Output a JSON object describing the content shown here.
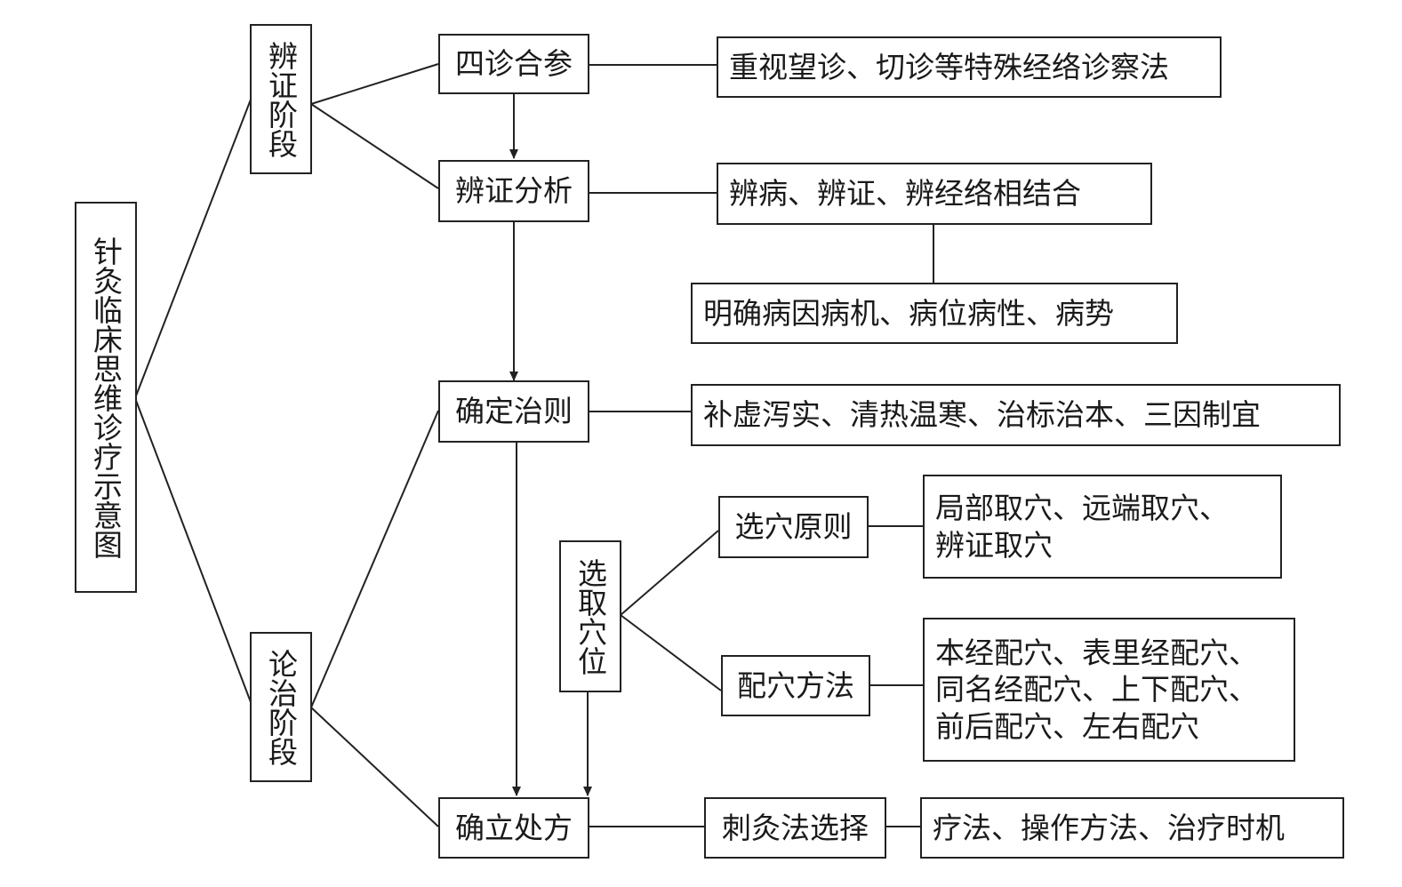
{
  "nodes": {
    "root": "针灸临床思维诊疗示意图",
    "diag_stage": "辨证阶段",
    "treat_stage": "论治阶段",
    "four": "四诊合参",
    "analysis": "辨证分析",
    "principle": "确定治则",
    "rx": "确立处方",
    "select": "选取穴位",
    "sel_rule": "选穴原则",
    "pair": "配穴方法",
    "needle": "刺灸法选择",
    "emph": "重视望诊、切诊等特殊经络诊察法",
    "combine": "辨病、辨证、辨经络相结合",
    "clarify": "明确病因病机、病位病性、病势",
    "rules": "补虚泻实、清热温寒、治标治本、三因制宜",
    "sel_detail": [
      "局部取穴、远端取穴、",
      "辨证取穴"
    ],
    "pair_detail": [
      "本经配穴、表里经配穴、",
      "同名经配穴、上下配穴、",
      "前后配穴、左右配穴"
    ],
    "course": "疗法、操作方法、治疗时机"
  }
}
